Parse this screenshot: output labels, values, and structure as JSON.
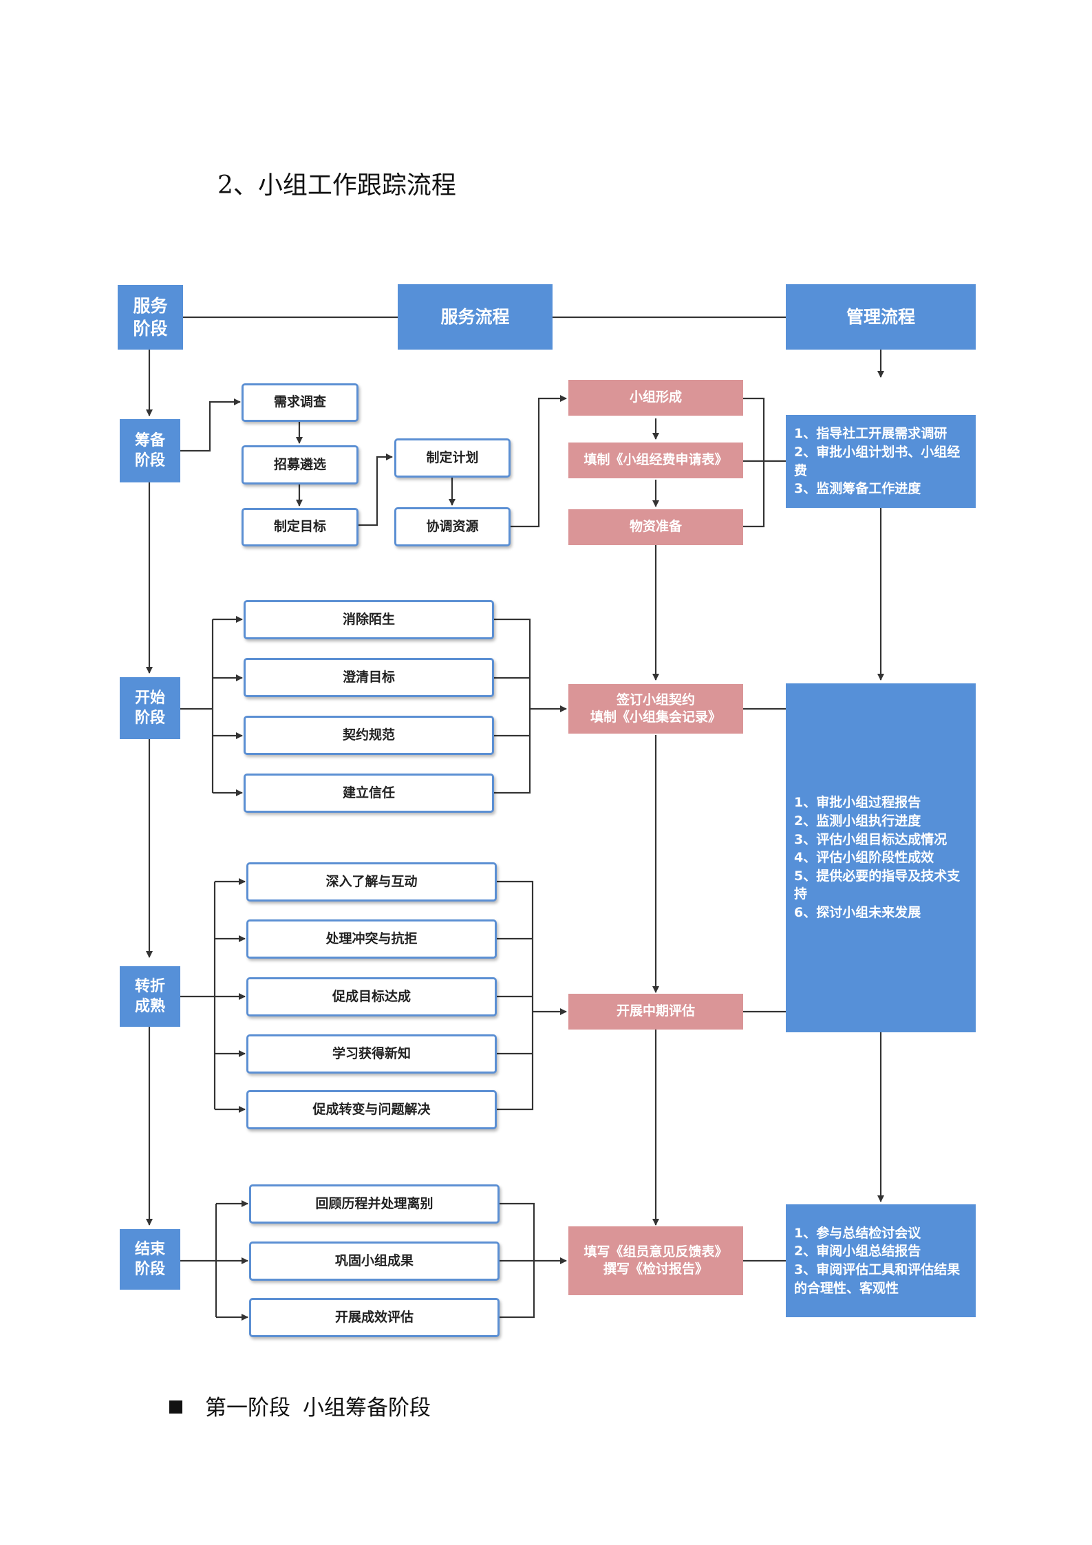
{
  "title": "2、小组工作跟踪流程",
  "headers": {
    "stage": "服务\n阶段",
    "service": "服务流程",
    "management": "管理流程"
  },
  "stages": {
    "prep": "筹备\n阶段",
    "start": "开始\n阶段",
    "turn": "转折\n成熟",
    "end": "结束\n阶段"
  },
  "prep": {
    "survey": "需求调查",
    "recruit": "招募遴选",
    "set_goal": "制定目标",
    "plan": "制定计划",
    "coordinate": "协调资源",
    "form_group": "小组形成",
    "fill_budget": "填制《小组经费申请表》",
    "materials": "物资准备"
  },
  "start": {
    "items": [
      "消除陌生",
      "澄清目标",
      "契约规范",
      "建立信任"
    ],
    "contract": "签订小组契约\n填制《小组集会记录》"
  },
  "turn": {
    "items": [
      "深入了解与互动",
      "处理冲突与抗拒",
      "促成目标达成",
      "学习获得新知",
      "促成转变与问题解决"
    ],
    "midterm": "开展中期评估"
  },
  "end": {
    "items": [
      "回顾历程并处理离别",
      "巩固小组成果",
      "开展成效评估"
    ],
    "report": "填写《组员意见反馈表》\n撰写《检讨报告》"
  },
  "management": {
    "prep": [
      "1、指导社工开展需求调研",
      "2、审批小组计划书、小组经费",
      "3、监测筹备工作进度"
    ],
    "middle": [
      "1、审批小组过程报告",
      "2、监测小组执行进度",
      "3、评估小组目标达成情况",
      "4、评估小组阶段性成效",
      "5、提供必要的指导及技术支持",
      "6、探讨小组未来发展"
    ],
    "end": [
      "1、参与总结检讨会议",
      "2、审阅小组总结报告",
      "3、审阅评估工具和评估结果的合理性、客观性"
    ]
  },
  "footer": {
    "part1": "第一阶段",
    "part2": "小组筹备阶段"
  },
  "colors": {
    "blue": "#5690d8",
    "pink": "#da9597",
    "outline": "#5b8fd3",
    "line": "#333333"
  }
}
